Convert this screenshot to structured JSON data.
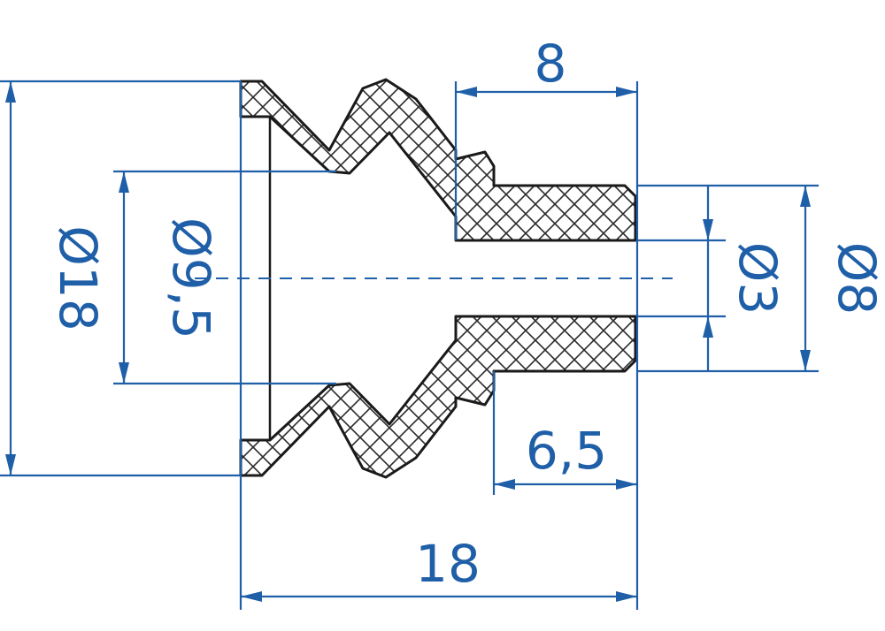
{
  "colors": {
    "dimension": "#1f5fa8",
    "outline": "#1a1a1a",
    "background": "#ffffff"
  },
  "dimensions": {
    "overall_length": "18",
    "outer_diameter": "Ø18",
    "inner_diameter": "Ø9,5",
    "stem_length": "8",
    "shank_length": "6,5",
    "bore_diameter": "Ø3",
    "stem_diameter": "Ø8"
  }
}
